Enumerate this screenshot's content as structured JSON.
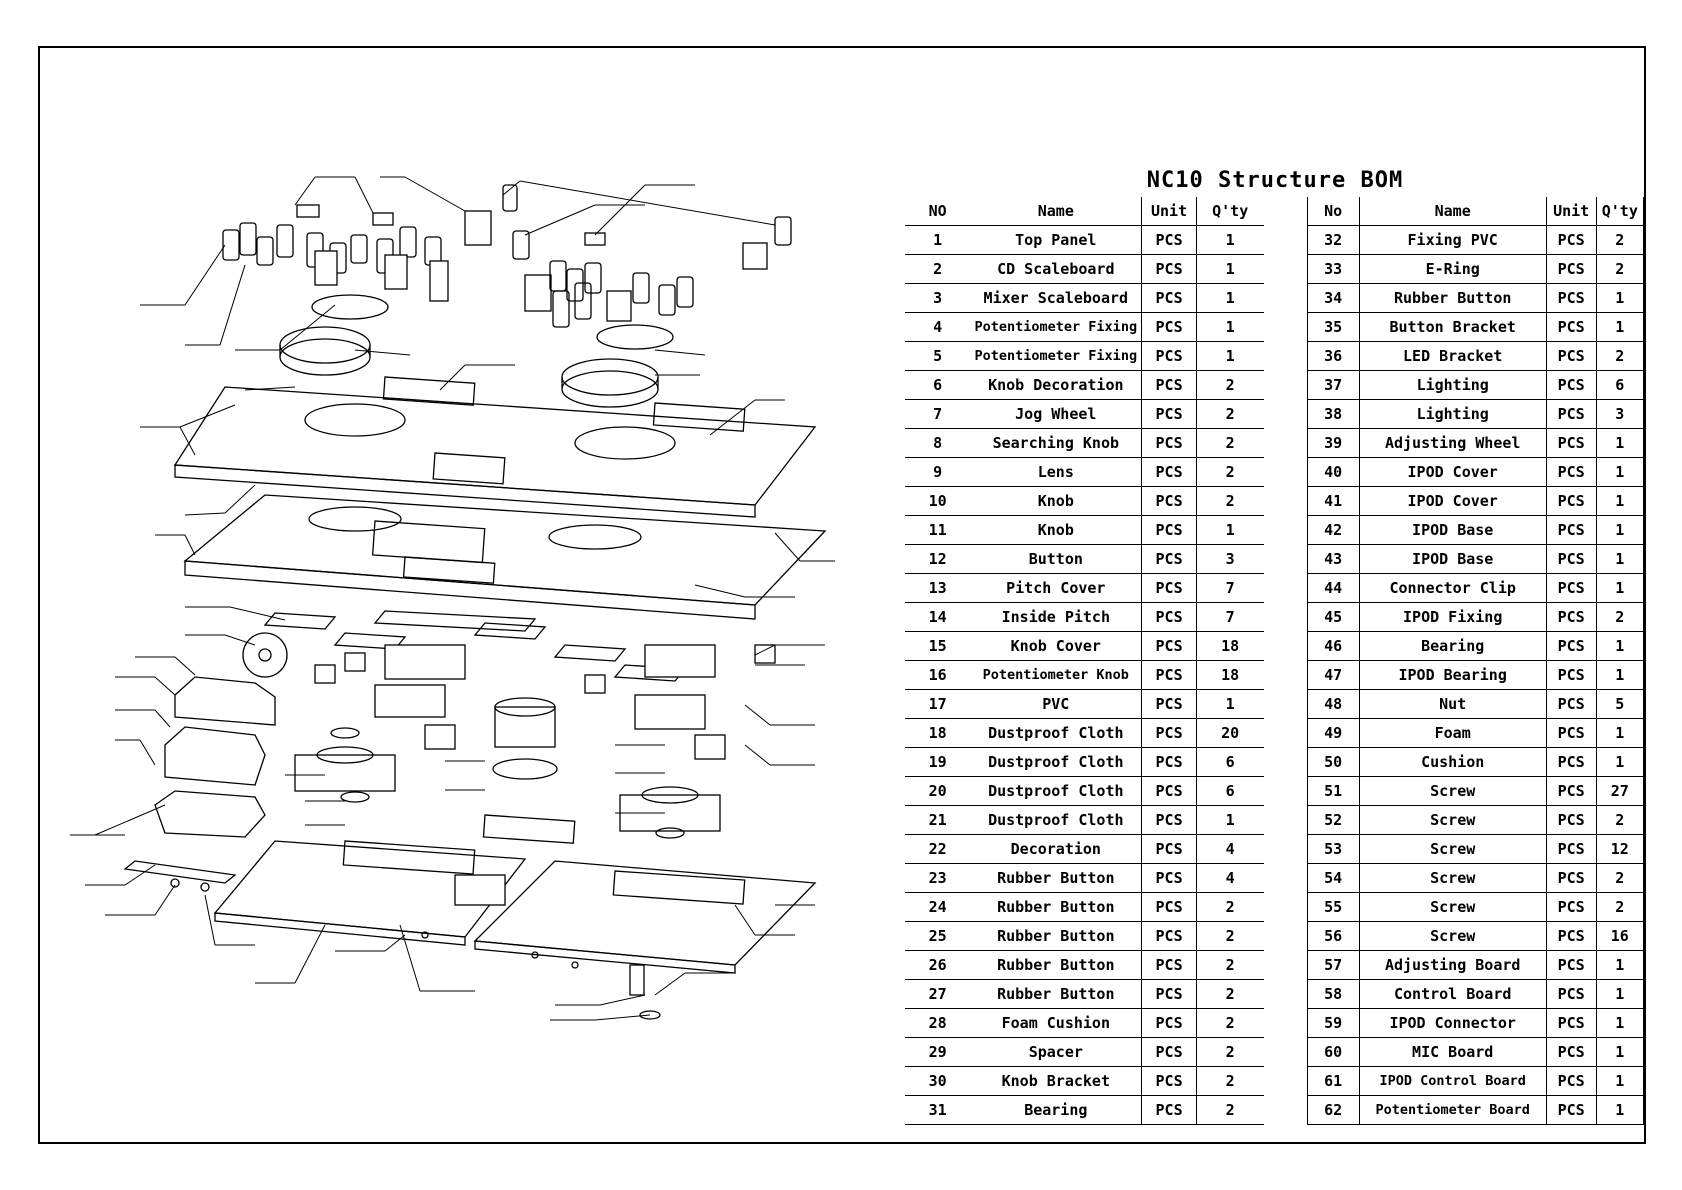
{
  "bom": {
    "title": "NC10 Structure BOM",
    "headers_left": {
      "no": "NO",
      "name": "Name",
      "unit": "Unit",
      "qty": "Q'ty"
    },
    "headers_right": {
      "no": "No",
      "name": "Name",
      "unit": "Unit",
      "qty": "Q'ty"
    },
    "left": [
      {
        "no": "1",
        "name": "Top Panel",
        "unit": "PCS",
        "qty": "1"
      },
      {
        "no": "2",
        "name": "CD Scaleboard",
        "unit": "PCS",
        "qty": "1"
      },
      {
        "no": "3",
        "name": "Mixer Scaleboard",
        "unit": "PCS",
        "qty": "1"
      },
      {
        "no": "4",
        "name": "Potentiometer Fixing",
        "unit": "PCS",
        "qty": "1"
      },
      {
        "no": "5",
        "name": "Potentiometer Fixing",
        "unit": "PCS",
        "qty": "1"
      },
      {
        "no": "6",
        "name": "Knob Decoration",
        "unit": "PCS",
        "qty": "2"
      },
      {
        "no": "7",
        "name": "Jog Wheel",
        "unit": "PCS",
        "qty": "2"
      },
      {
        "no": "8",
        "name": "Searching Knob",
        "unit": "PCS",
        "qty": "2"
      },
      {
        "no": "9",
        "name": "Lens",
        "unit": "PCS",
        "qty": "2"
      },
      {
        "no": "10",
        "name": "Knob",
        "unit": "PCS",
        "qty": "2"
      },
      {
        "no": "11",
        "name": "Knob",
        "unit": "PCS",
        "qty": "1"
      },
      {
        "no": "12",
        "name": "Button",
        "unit": "PCS",
        "qty": "3"
      },
      {
        "no": "13",
        "name": "Pitch Cover",
        "unit": "PCS",
        "qty": "7"
      },
      {
        "no": "14",
        "name": "Inside Pitch",
        "unit": "PCS",
        "qty": "7"
      },
      {
        "no": "15",
        "name": "Knob Cover",
        "unit": "PCS",
        "qty": "18"
      },
      {
        "no": "16",
        "name": "Potentiometer Knob",
        "unit": "PCS",
        "qty": "18"
      },
      {
        "no": "17",
        "name": "PVC",
        "unit": "PCS",
        "qty": "1"
      },
      {
        "no": "18",
        "name": "Dustproof Cloth",
        "unit": "PCS",
        "qty": "20"
      },
      {
        "no": "19",
        "name": "Dustproof Cloth",
        "unit": "PCS",
        "qty": "6"
      },
      {
        "no": "20",
        "name": "Dustproof Cloth",
        "unit": "PCS",
        "qty": "6"
      },
      {
        "no": "21",
        "name": "Dustproof Cloth",
        "unit": "PCS",
        "qty": "1"
      },
      {
        "no": "22",
        "name": "Decoration",
        "unit": "PCS",
        "qty": "4"
      },
      {
        "no": "23",
        "name": "Rubber Button",
        "unit": "PCS",
        "qty": "4"
      },
      {
        "no": "24",
        "name": "Rubber Button",
        "unit": "PCS",
        "qty": "2"
      },
      {
        "no": "25",
        "name": "Rubber Button",
        "unit": "PCS",
        "qty": "2"
      },
      {
        "no": "26",
        "name": "Rubber Button",
        "unit": "PCS",
        "qty": "2"
      },
      {
        "no": "27",
        "name": "Rubber Button",
        "unit": "PCS",
        "qty": "2"
      },
      {
        "no": "28",
        "name": "Foam Cushion",
        "unit": "PCS",
        "qty": "2"
      },
      {
        "no": "29",
        "name": "Spacer",
        "unit": "PCS",
        "qty": "2"
      },
      {
        "no": "30",
        "name": "Knob Bracket",
        "unit": "PCS",
        "qty": "2"
      },
      {
        "no": "31",
        "name": "Bearing",
        "unit": "PCS",
        "qty": "2"
      }
    ],
    "right": [
      {
        "no": "32",
        "name": "Fixing PVC",
        "unit": "PCS",
        "qty": "2"
      },
      {
        "no": "33",
        "name": "E-Ring",
        "unit": "PCS",
        "qty": "2"
      },
      {
        "no": "34",
        "name": "Rubber Button",
        "unit": "PCS",
        "qty": "1"
      },
      {
        "no": "35",
        "name": "Button Bracket",
        "unit": "PCS",
        "qty": "1"
      },
      {
        "no": "36",
        "name": "LED Bracket",
        "unit": "PCS",
        "qty": "2"
      },
      {
        "no": "37",
        "name": "Lighting",
        "unit": "PCS",
        "qty": "6"
      },
      {
        "no": "38",
        "name": "Lighting",
        "unit": "PCS",
        "qty": "3"
      },
      {
        "no": "39",
        "name": "Adjusting Wheel",
        "unit": "PCS",
        "qty": "1"
      },
      {
        "no": "40",
        "name": "IPOD Cover",
        "unit": "PCS",
        "qty": "1"
      },
      {
        "no": "41",
        "name": "IPOD Cover",
        "unit": "PCS",
        "qty": "1"
      },
      {
        "no": "42",
        "name": "IPOD Base",
        "unit": "PCS",
        "qty": "1"
      },
      {
        "no": "43",
        "name": "IPOD Base",
        "unit": "PCS",
        "qty": "1"
      },
      {
        "no": "44",
        "name": "Connector Clip",
        "unit": "PCS",
        "qty": "1"
      },
      {
        "no": "45",
        "name": "IPOD Fixing",
        "unit": "PCS",
        "qty": "2"
      },
      {
        "no": "46",
        "name": "Bearing",
        "unit": "PCS",
        "qty": "1"
      },
      {
        "no": "47",
        "name": "IPOD Bearing",
        "unit": "PCS",
        "qty": "1"
      },
      {
        "no": "48",
        "name": "Nut",
        "unit": "PCS",
        "qty": "5"
      },
      {
        "no": "49",
        "name": "Foam",
        "unit": "PCS",
        "qty": "1"
      },
      {
        "no": "50",
        "name": "Cushion",
        "unit": "PCS",
        "qty": "1"
      },
      {
        "no": "51",
        "name": "Screw",
        "unit": "PCS",
        "qty": "27"
      },
      {
        "no": "52",
        "name": "Screw",
        "unit": "PCS",
        "qty": "2"
      },
      {
        "no": "53",
        "name": "Screw",
        "unit": "PCS",
        "qty": "12"
      },
      {
        "no": "54",
        "name": "Screw",
        "unit": "PCS",
        "qty": "2"
      },
      {
        "no": "55",
        "name": "Screw",
        "unit": "PCS",
        "qty": "2"
      },
      {
        "no": "56",
        "name": "Screw",
        "unit": "PCS",
        "qty": "16"
      },
      {
        "no": "57",
        "name": "Adjusting Board",
        "unit": "PCS",
        "qty": "1"
      },
      {
        "no": "58",
        "name": "Control Board",
        "unit": "PCS",
        "qty": "1"
      },
      {
        "no": "59",
        "name": "IPOD Connector",
        "unit": "PCS",
        "qty": "1"
      },
      {
        "no": "60",
        "name": "MIC Board",
        "unit": "PCS",
        "qty": "1"
      },
      {
        "no": "61",
        "name": "IPOD Control Board",
        "unit": "PCS",
        "qty": "1"
      },
      {
        "no": "62",
        "name": "Potentiometer Board",
        "unit": "PCS",
        "qty": "1"
      }
    ]
  }
}
